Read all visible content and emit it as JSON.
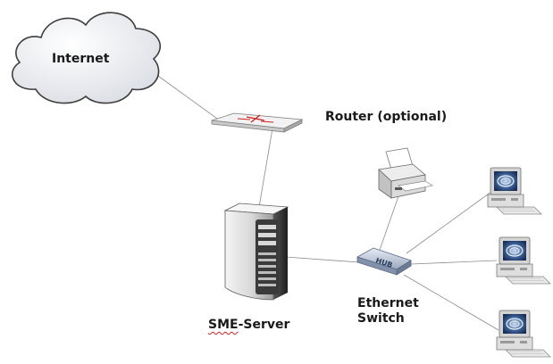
{
  "nodes": {
    "internet": {
      "label": "Internet"
    },
    "router": {
      "label": "Router (optional)"
    },
    "server": {
      "label_part1": "SME",
      "label_part2": "-Server"
    },
    "switch": {
      "label_line1": "Ethernet",
      "label_line2": "Switch",
      "device_text": "HUB"
    }
  },
  "colors": {
    "line": "#8c8c8c",
    "cloud_fill": "#e8eaee",
    "router_accent": "#d02020"
  }
}
